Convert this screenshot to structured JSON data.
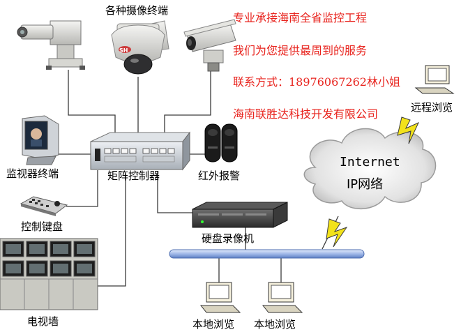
{
  "labels": {
    "cameras": "各种摄像终端",
    "monitor_terminal": "监视器终端",
    "matrix": "矩阵控制器",
    "infrared": "红外报警",
    "keyboard": "控制键盘",
    "dvr": "硬盘录像机",
    "tv_wall": "电视墙",
    "remote_browse": "远程浏览",
    "local_browse_1": "本地浏览",
    "local_browse_2": "本地浏览",
    "cloud_line1": "Internet",
    "cloud_line2": "IP网络",
    "camera_brand": "SH"
  },
  "ad": {
    "line1": "专业承接海南全省监控工程",
    "line2": "我们为您提供最周到的服务",
    "line3": "联系方式：18976067262林小姐",
    "line4": "海南联胜达科技开发有限公司"
  },
  "colors": {
    "ad_text": "#e8231d",
    "lines": "#3a3a3a",
    "bus": "#9fb8e8",
    "lightning": "#f2e21b"
  }
}
